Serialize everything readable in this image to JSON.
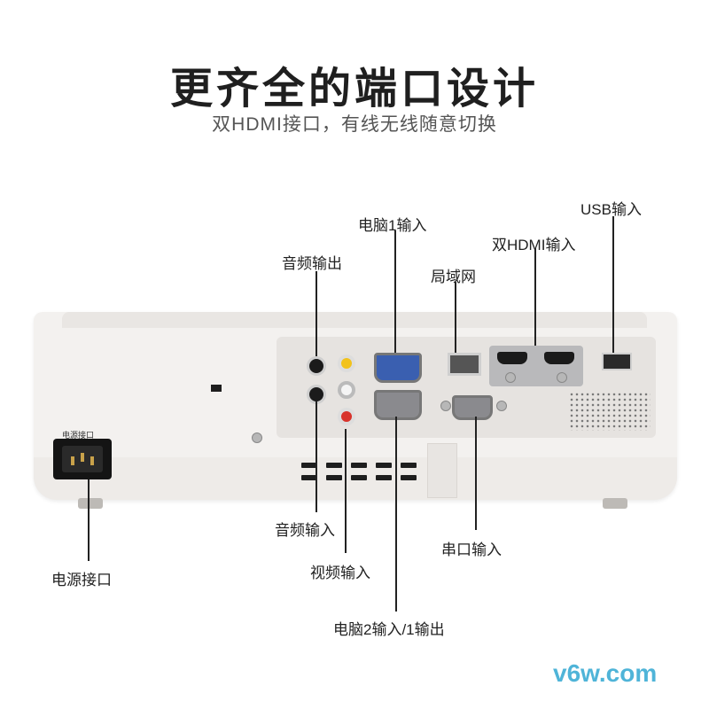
{
  "header": {
    "title": "更齐全的端口设计",
    "subtitle": "双HDMI接口，有线无线随意切换"
  },
  "callouts": {
    "usb_in": "USB输入",
    "pc1_in": "电脑1输入",
    "dual_hdmi_in": "双HDMI输入",
    "audio_out": "音频输出",
    "lan": "局域网",
    "audio_in": "音频输入",
    "video_in": "视频输入",
    "serial_in": "串口输入",
    "power_port": "电源接口",
    "pc2_in_pc1_out": "电脑2输入/1输出"
  },
  "device": {
    "power_plate_label": "电源接口"
  },
  "colors": {
    "vga_blue": "#3a5fb0",
    "rca_yellow": "#f2c21b",
    "rca_white": "#f5f5f5",
    "rca_red": "#d8332b",
    "watermark": "#4fb4d8"
  },
  "watermark": "v6w.com"
}
